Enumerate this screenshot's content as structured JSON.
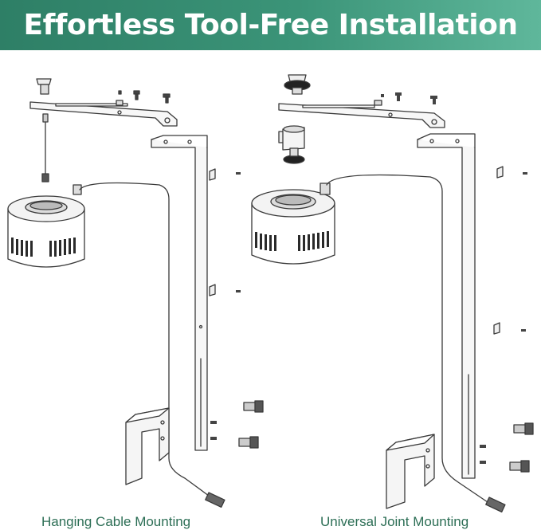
{
  "header": {
    "title": "Effortless Tool-Free Installation",
    "background_color": "#3b9478",
    "text_color": "#ffffff"
  },
  "panels": [
    {
      "caption": "Hanging Cable Mounting",
      "illustration": "hanging-cable-mount-diagram"
    },
    {
      "caption": "Universal Joint Mounting",
      "illustration": "universal-joint-mount-diagram"
    }
  ],
  "colors": {
    "caption": "#2c6e55",
    "line_art": "#3a3a3a"
  }
}
